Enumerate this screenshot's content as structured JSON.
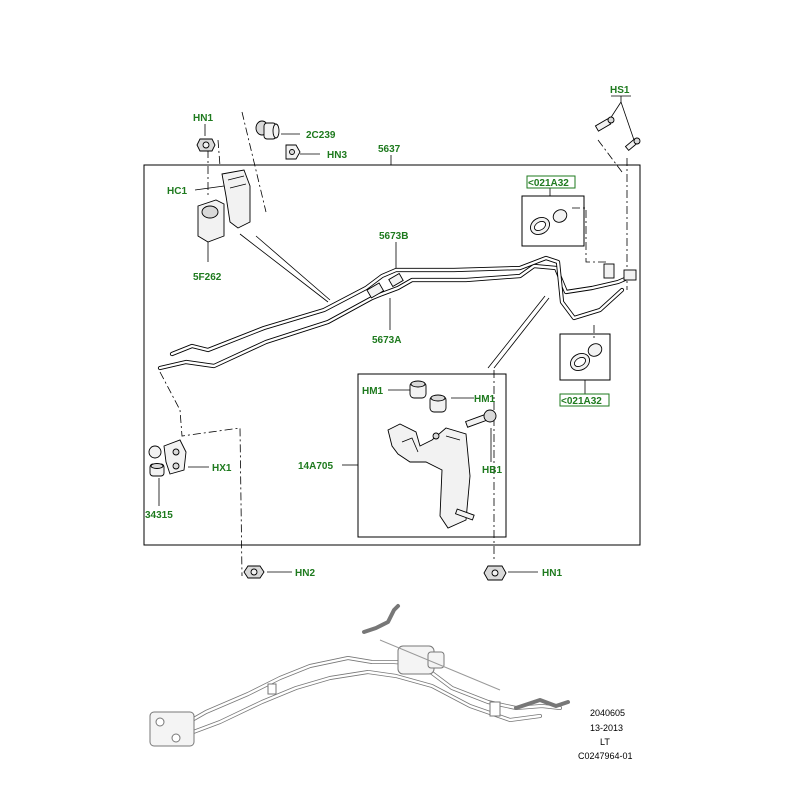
{
  "callouts": {
    "hn1_top": "HN1",
    "c2c239": "2C239",
    "hn3": "HN3",
    "p5637": "5637",
    "hs1": "HS1",
    "hc1": "HC1",
    "f262": "5F262",
    "p5673b": "5673B",
    "p5673a": "5673A",
    "c021a32_top": "<021A32",
    "c021a32_bottom": "<021A32",
    "hm1_left": "HM1",
    "hm1_right": "HM1",
    "p14a705": "14A705",
    "hb1": "HB1",
    "hx1": "HX1",
    "p34315": "34315",
    "hn2": "HN2",
    "hn1_bottom": "HN1"
  },
  "reference": {
    "line1": "2040605",
    "line2": "13-2013",
    "line3": "LT",
    "line4": "C0247964-01"
  },
  "colors": {
    "callout_text": "#1e7a1e",
    "line_art": "#000000",
    "background": "#ffffff"
  }
}
